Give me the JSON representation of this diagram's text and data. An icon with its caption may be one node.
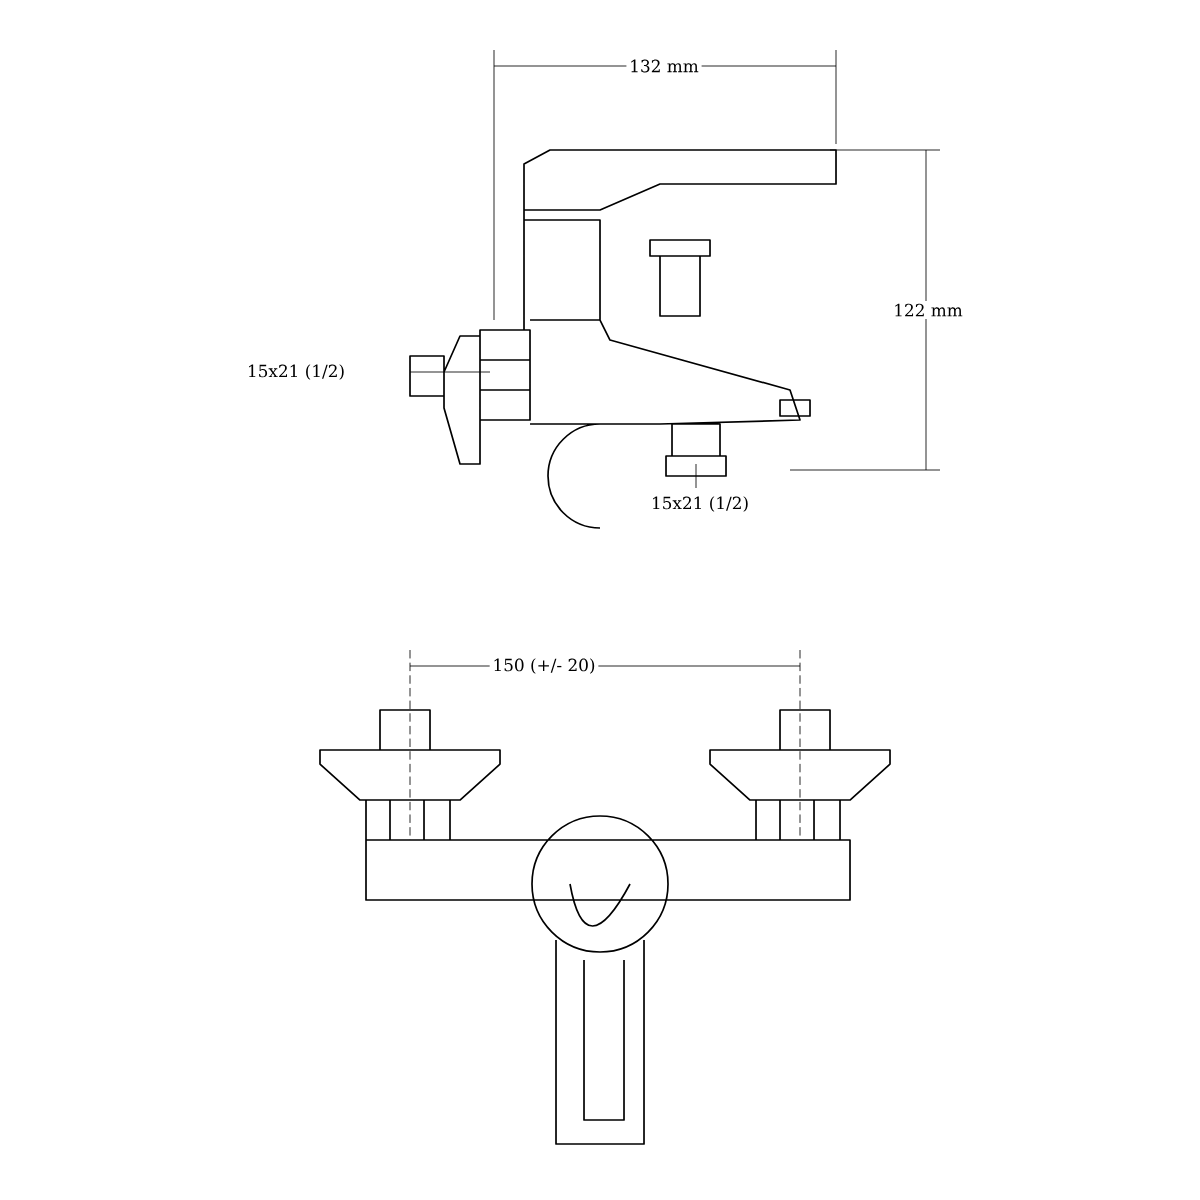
{
  "diagram": {
    "labels": [
      "132 mm",
      "122 mm",
      "15x21 (1/2)",
      "15x21 (1/2)",
      "150 (+/- 20)"
    ]
  }
}
